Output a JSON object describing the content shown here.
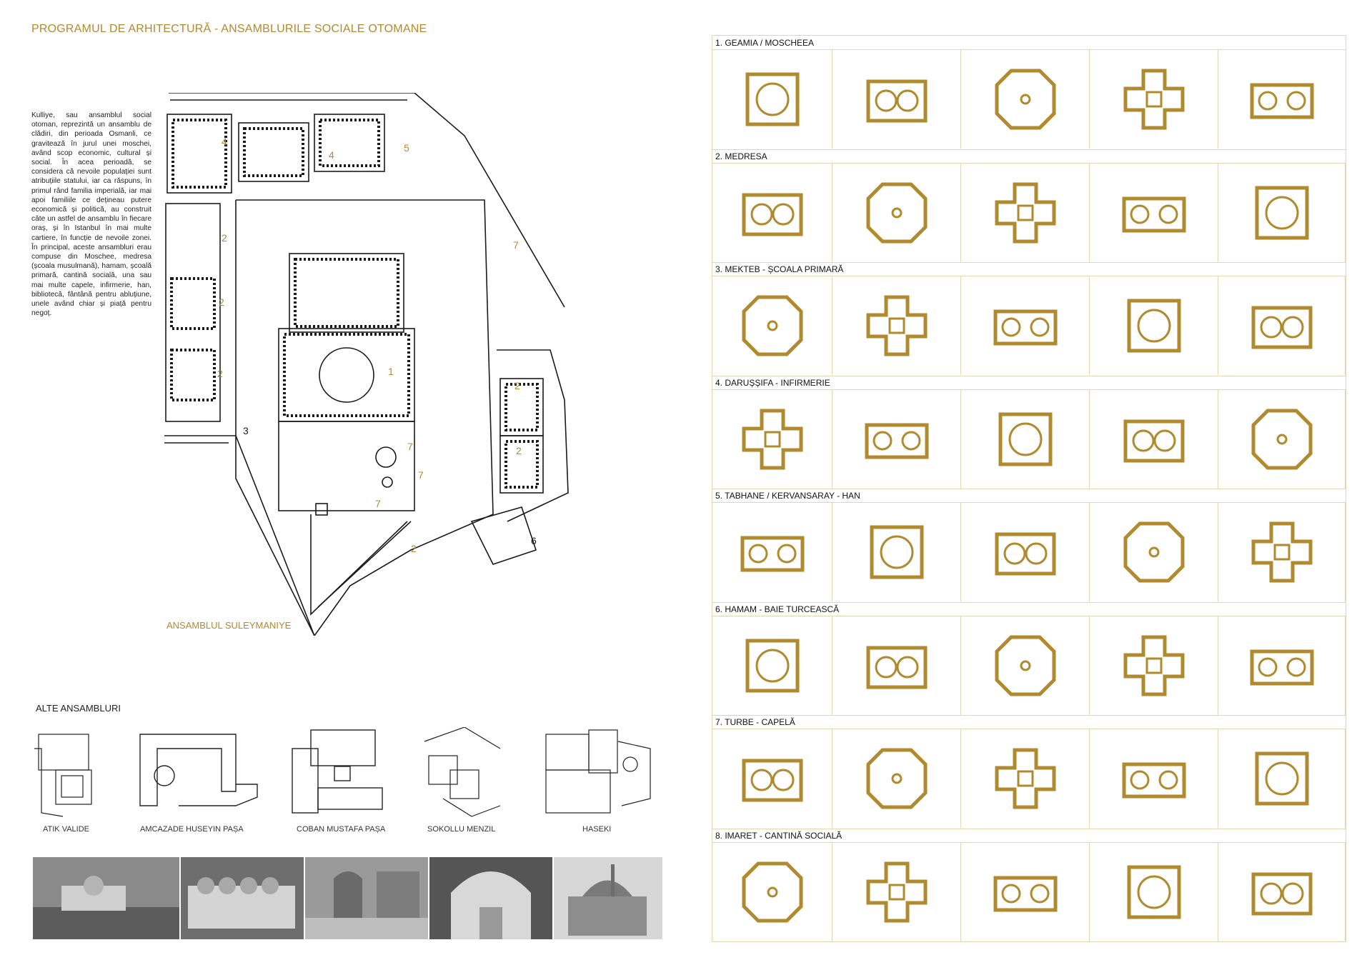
{
  "page_title": "PROGRAMUL DE ARHITECTURĂ - ANSAMBLURILE SOCIALE OTOMANE",
  "intro_text": "Kulliye, sau ansamblul social otoman, reprezintă un ansamblu de clădiri, din perioada Osmanli, ce gravitează în jurul unei moschei, având scop economic, cultural și social. În acea perioadă, se considera că nevoile populației sunt atribuțiile statului, iar ca răspuns, în primul rând familia imperială, iar mai apoi familiile ce dețineau putere economică și politică, au construit câte un astfel de ansamblu în fiecare oraș, și în Istanbul în mai multe cartiere, în funcție de nevoile zonei. În principal, aceste ansambluri erau compuse din Moschee, medresa (școala musulmană), hamam, școală primară, cantină socială, una sau mai multe capele, infirmerie, han, bibliotecă, fântână pentru abluțiune, unele având chiar și piață pentru negoț.",
  "main_plan": {
    "label": "ANSAMBLUL SULEYMANIYE",
    "numbers": [
      "4",
      "4",
      "5",
      "2",
      "2",
      "2",
      "1",
      "7",
      "7",
      "7",
      "7",
      "2",
      "2",
      "3",
      "2",
      "6"
    ]
  },
  "other_ensembles": {
    "title": "ALTE ANSAMBLURI",
    "items": [
      "ATIK VALIDE",
      "AMCAZADE HUSEYIN PAȘA",
      "COBAN MUSTAFA PAȘA",
      "SOKOLLU MENZIL",
      "HASEKI"
    ]
  },
  "typology": [
    {
      "label": "1. GEAMIA / MOSCHEEA"
    },
    {
      "label": "2. MEDRESA"
    },
    {
      "label": "3. MEKTEB - ȘCOALA PRIMARĂ"
    },
    {
      "label": "4. DARUȘȘIFA - INFIRMERIE"
    },
    {
      "label": "5. TABHANE / KERVANSARAY - HAN"
    },
    {
      "label": "6. HAMAM - BAIE TURCEASCĂ"
    },
    {
      "label": "7. TURBE - CAPELĂ"
    },
    {
      "label": "8. IMARET - CANTINĂ SOCIALĂ"
    }
  ],
  "colors": {
    "accent": "#b08a2e",
    "grid": "#e2d7b3",
    "plan_ink": "#1a1a1a"
  }
}
